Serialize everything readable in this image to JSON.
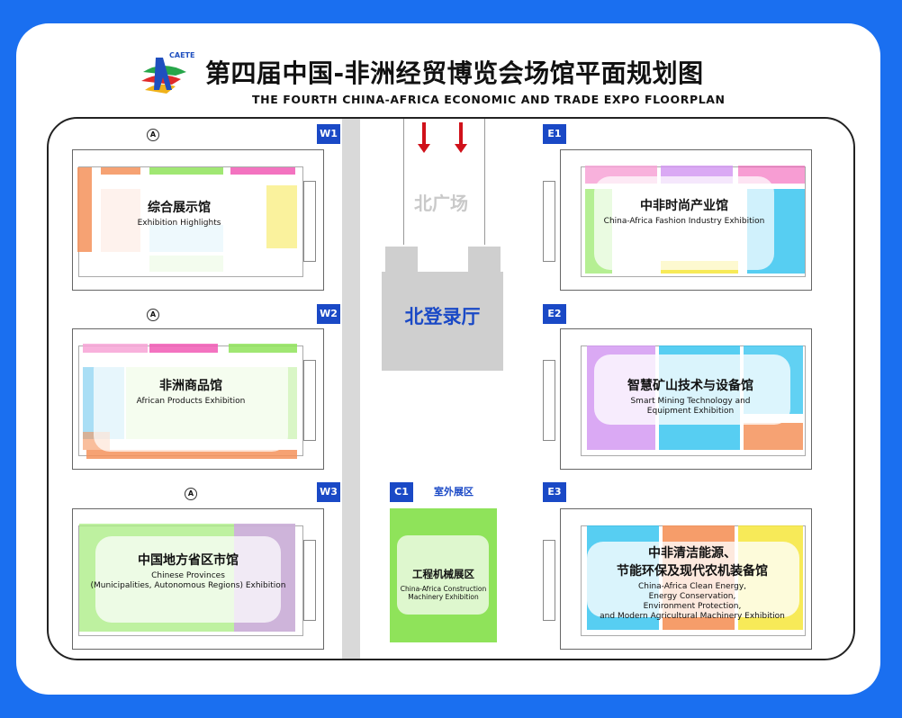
{
  "header": {
    "logo_text": "CAETE",
    "title_cn": "第四届中国-非洲经贸博览会场馆平面规划图",
    "title_en": "THE FOURTH CHINA-AFRICA ECONOMIC AND TRADE EXPO FLOORPLAN"
  },
  "north_plaza": {
    "label": "北广场"
  },
  "registration": {
    "label": "北登录厅"
  },
  "compass_symbol": "A",
  "halls": {
    "w1": {
      "code": "W1",
      "name_cn": "综合展示馆",
      "name_en": "Exhibition Highlights"
    },
    "w2": {
      "code": "W2",
      "name_cn": "非洲商品馆",
      "name_en": "African Products Exhibition"
    },
    "w3": {
      "code": "W3",
      "name_cn": "中国地方省区市馆",
      "name_en_1": "Chinese Provinces",
      "name_en_2": "(Municipalities, Autonomous Regions) Exhibition"
    },
    "e1": {
      "code": "E1",
      "name_cn": "中非时尚产业馆",
      "name_en": "China-Africa Fashion Industry Exhibition"
    },
    "e2": {
      "code": "E2",
      "name_cn": "智慧矿山技术与设备馆",
      "name_en_1": "Smart Mining Technology and",
      "name_en_2": "Equipment Exhibition"
    },
    "e3": {
      "code": "E3",
      "name_cn_1": "中非清洁能源、",
      "name_cn_2": "节能环保及现代农机装备馆",
      "name_en_1": "China-Africa Clean Energy,",
      "name_en_2": "Energy Conservation,",
      "name_en_3": "Environment Protection,",
      "name_en_4": "and Modern Agricultural Machinery Exhibition"
    },
    "c1": {
      "code": "C1",
      "area_label": "室外展区",
      "name_cn": "工程机械展区",
      "name_en_1": "China-Africa Construction",
      "name_en_2": "Machinery Exhibition"
    }
  },
  "colors": {
    "background": "#1a6ff0",
    "badge": "#1a49c6",
    "arrow": "#d0111a",
    "green": "#8fe35a",
    "pink": "#f15bb5",
    "orange": "#f5925a",
    "purple": "#d49af2",
    "cyan": "#39c6f0",
    "yellow": "#f6e63b"
  }
}
